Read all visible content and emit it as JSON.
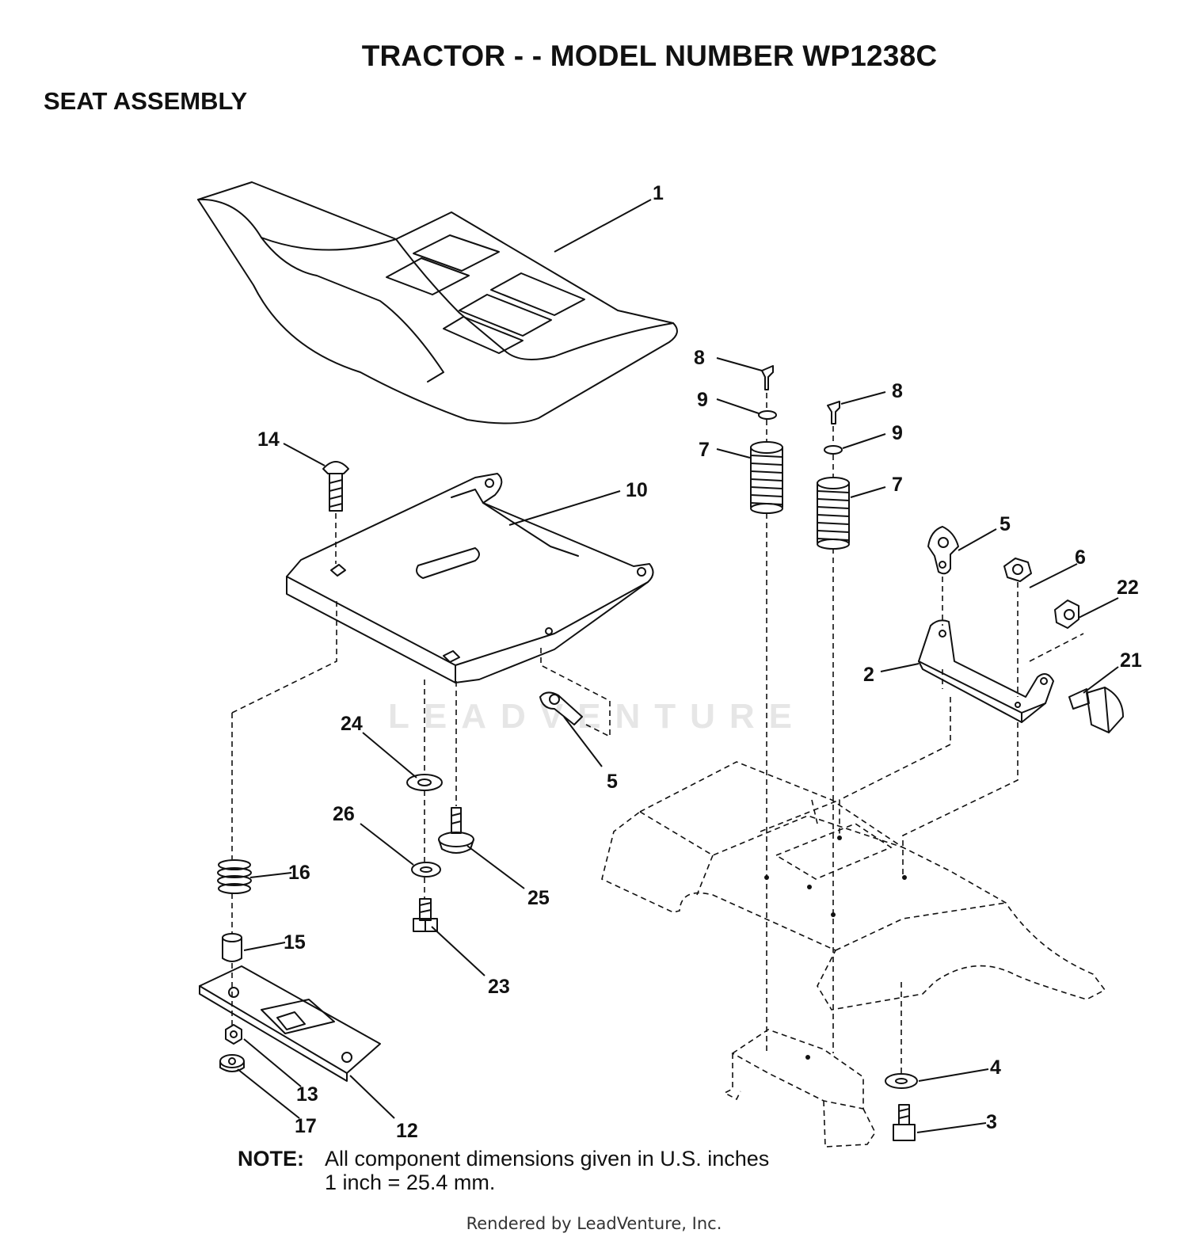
{
  "header": {
    "title": "TRACTOR - - MODEL NUMBER WP1238C",
    "section": "SEAT ASSEMBLY"
  },
  "callouts": {
    "c1": "1",
    "c2": "2",
    "c3": "3",
    "c4": "4",
    "c5a": "5",
    "c5b": "5",
    "c6": "6",
    "c7a": "7",
    "c7b": "7",
    "c8a": "8",
    "c8b": "8",
    "c9a": "9",
    "c9b": "9",
    "c10": "10",
    "c12": "12",
    "c13": "13",
    "c14": "14",
    "c15": "15",
    "c16": "16",
    "c17": "17",
    "c21": "21",
    "c22": "22",
    "c23": "23",
    "c24": "24",
    "c25": "25",
    "c26": "26"
  },
  "watermark": "LEADVENTURE",
  "note": {
    "label": "NOTE:",
    "line1": "All component dimensions given in U.S. inches",
    "line2": "1 inch = 25.4 mm."
  },
  "footer": "Rendered by LeadVenture, Inc.",
  "colors": {
    "ink": "#111111",
    "watermark": "#e6e6e6"
  }
}
